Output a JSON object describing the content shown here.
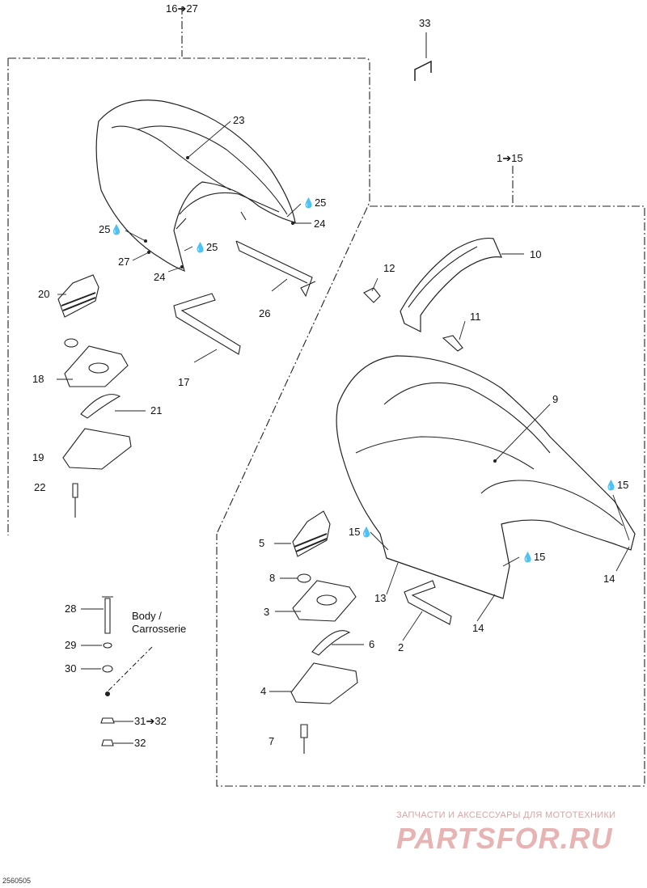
{
  "groups": {
    "left": "16➔27",
    "right": "1➔15",
    "clip": "33"
  },
  "body_label": {
    "line1": "Body /",
    "line2": "Carrosserie"
  },
  "callouts": {
    "c23": "23",
    "c25a": "25",
    "c24a": "24",
    "c25b": "25",
    "c25c": "25",
    "c27": "27",
    "c24b": "24",
    "c26": "26",
    "c20": "20",
    "c17": "17",
    "c18": "18",
    "c21": "21",
    "c19": "19",
    "c22": "22",
    "c12": "12",
    "c10": "10",
    "c11": "11",
    "c9": "9",
    "c15a": "15",
    "c15b": "15",
    "c15c": "15",
    "c5": "5",
    "c8": "8",
    "c3": "3",
    "c13": "13",
    "c14a": "14",
    "c14b": "14",
    "c2": "2",
    "c6": "6",
    "c4": "4",
    "c7": "7",
    "c28": "28",
    "c29": "29",
    "c30": "30",
    "c31": "31➔32",
    "c32": "32"
  },
  "watermark": {
    "tagline": "ЗАПЧАСТИ И АКСЕССУАРЫ ДЛЯ МОТОТЕХНИКИ",
    "brand": "PARTSFOR.RU"
  },
  "drawing_code": "2560505",
  "icons": {
    "sealant": "drop-icon"
  }
}
